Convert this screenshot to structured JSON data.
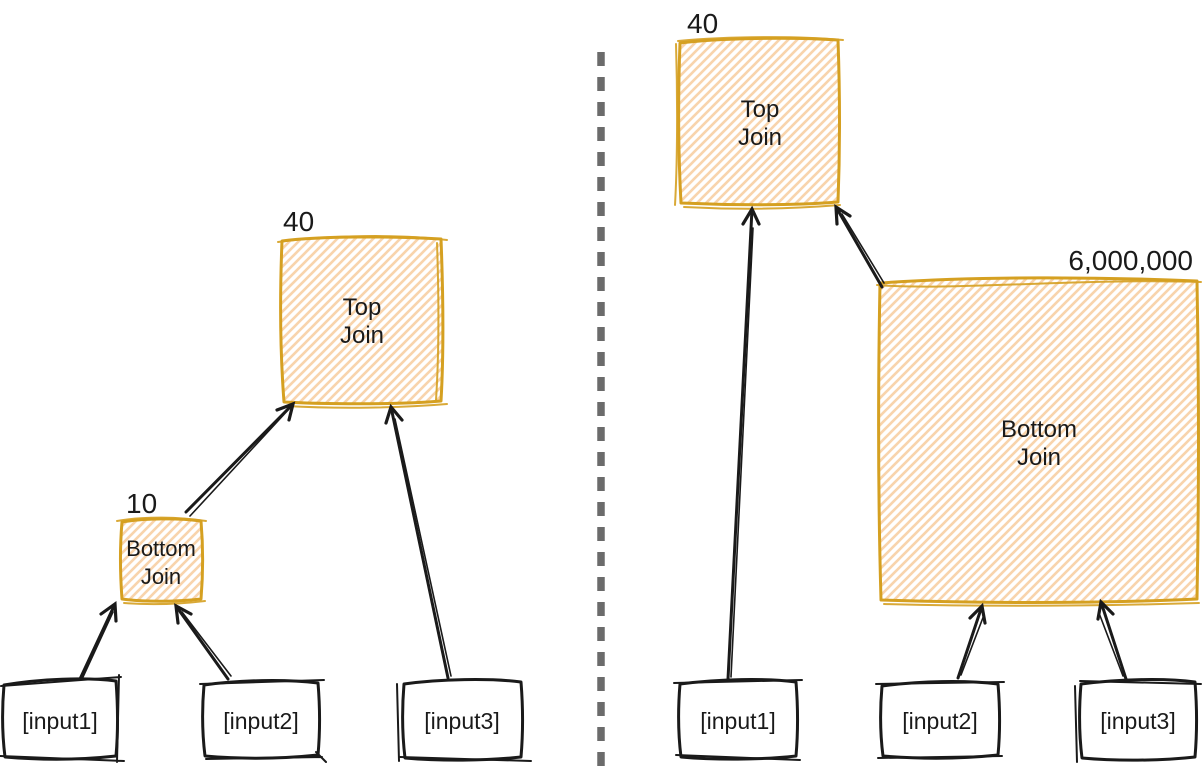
{
  "colors": {
    "join_node_stroke": "#D5A021",
    "join_node_hatch": "#F8D4AC",
    "input_node_stroke": "#1A1A1A",
    "edge_stroke": "#1A1A1A",
    "divider": "#6B6B6B",
    "text": "#1A1A1A",
    "background": "#FFFFFF"
  },
  "left_plan": {
    "top_join": {
      "label_line1": "Top",
      "label_line2": "Join",
      "cardinality": "40"
    },
    "bottom_join": {
      "label_line1": "Bottom",
      "label_line2": "Join",
      "cardinality": "10"
    },
    "inputs": [
      {
        "label": "[input1]"
      },
      {
        "label": "[input2]"
      },
      {
        "label": "[input3]"
      }
    ],
    "edges": [
      {
        "from": "input1",
        "to": "bottom_join"
      },
      {
        "from": "input2",
        "to": "bottom_join"
      },
      {
        "from": "bottom_join",
        "to": "top_join"
      },
      {
        "from": "input3",
        "to": "top_join"
      }
    ]
  },
  "right_plan": {
    "top_join": {
      "label_line1": "Top",
      "label_line2": "Join",
      "cardinality": "40"
    },
    "bottom_join": {
      "label_line1": "Bottom",
      "label_line2": "Join",
      "cardinality": "6,000,000"
    },
    "inputs": [
      {
        "label": "[input1]"
      },
      {
        "label": "[input2]"
      },
      {
        "label": "[input3]"
      }
    ],
    "edges": [
      {
        "from": "input1",
        "to": "top_join"
      },
      {
        "from": "bottom_join",
        "to": "top_join"
      },
      {
        "from": "input2",
        "to": "bottom_join"
      },
      {
        "from": "input3",
        "to": "bottom_join"
      }
    ]
  }
}
